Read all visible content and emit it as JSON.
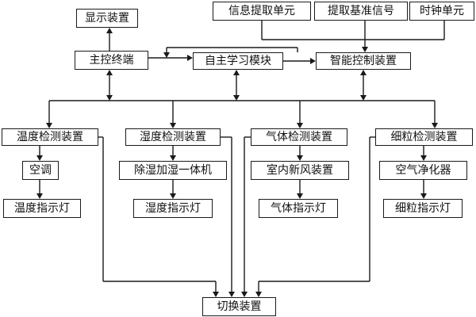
{
  "diagram": {
    "boxes": {
      "display_device": "显示装置",
      "info_extract_unit": "信息提取单元",
      "extract_baseline_signal": "提取基准信号",
      "clock_unit": "时钟单元",
      "main_control_terminal": "主控终端",
      "self_learning_module": "自主学习模块",
      "intelligent_control_device": "智能控制装置",
      "temperature_detection_device": "温度检测装置",
      "humidity_detection_device": "湿度检测装置",
      "gas_detection_device": "气体检测装置",
      "particle_detection_device": "细粒检测装置",
      "air_conditioner": "空调",
      "dehumidifier_humidifier": "除湿加湿一体机",
      "indoor_fresh_air_device": "室内新风装置",
      "air_purifier": "空气净化器",
      "temperature_indicator": "温度指示灯",
      "humidity_indicator": "湿度指示灯",
      "gas_indicator": "气体指示灯",
      "particle_indicator": "细粒指示灯",
      "switching_device": "切换装置"
    }
  }
}
